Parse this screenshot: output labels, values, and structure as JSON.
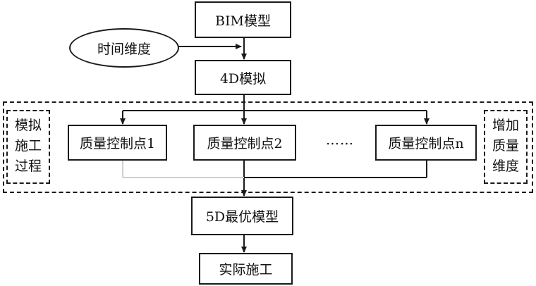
{
  "nodes": {
    "bim_model": "BIM模型",
    "time_dimension": "时间维度",
    "simulation_4d": "4D模拟",
    "qc_point_1": "质量控制点1",
    "qc_point_2": "质量控制点2",
    "ellipsis": "……",
    "qc_point_n": "质量控制点n",
    "optimal_model_5d": "5D最优模型",
    "actual_construction": "实际施工"
  },
  "side_labels": {
    "left": [
      "模拟",
      "施工",
      "过程"
    ],
    "right": [
      "增加",
      "质量",
      "维度"
    ]
  }
}
